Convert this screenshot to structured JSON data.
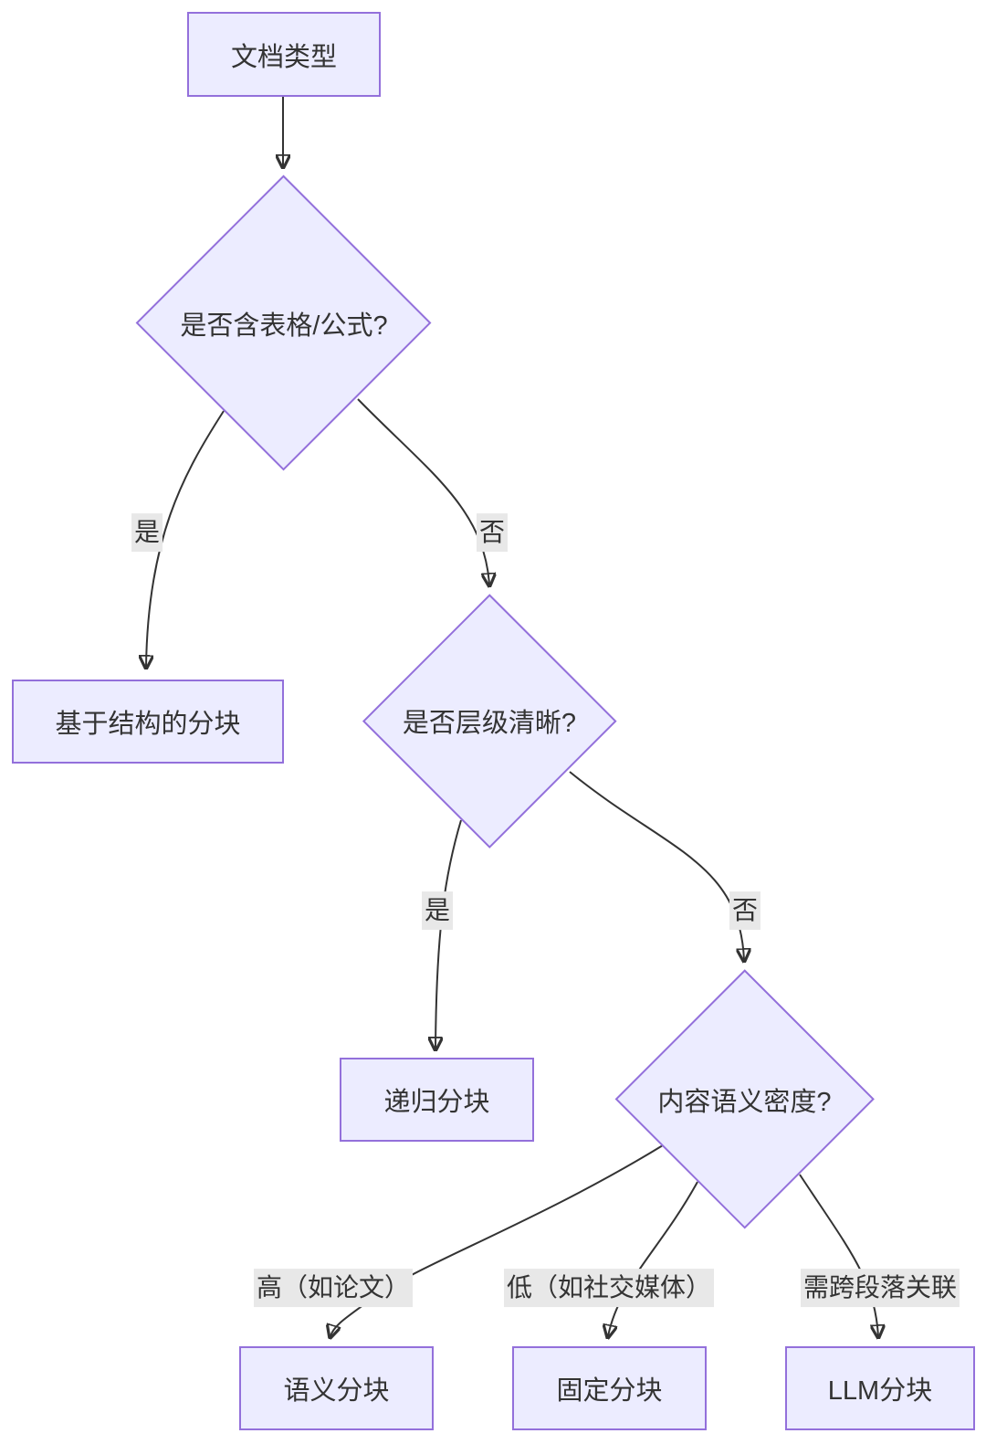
{
  "diagram_type": "flowchart",
  "colors": {
    "background": "#ffffff",
    "node_fill": "#ECECFF",
    "node_border": "#9370DB",
    "edge_stroke": "#333333",
    "edge_label_bg": "#e8e8e8",
    "text": "#333333"
  },
  "nodes": {
    "doc_type": {
      "label": "文档类型",
      "shape": "rect"
    },
    "has_table_formula": {
      "label": "是否含表格/公式?",
      "shape": "diamond"
    },
    "structure_chunking": {
      "label": "基于结构的分块",
      "shape": "rect"
    },
    "clear_hierarchy": {
      "label": "是否层级清晰?",
      "shape": "diamond"
    },
    "recursive_chunking": {
      "label": "递归分块",
      "shape": "rect"
    },
    "semantic_density": {
      "label": "内容语义密度?",
      "shape": "diamond"
    },
    "semantic_chunking": {
      "label": "语义分块",
      "shape": "rect"
    },
    "fixed_chunking": {
      "label": "固定分块",
      "shape": "rect"
    },
    "llm_chunking": {
      "label": "LLM分块",
      "shape": "rect"
    }
  },
  "edges": [
    {
      "from": "doc_type",
      "to": "has_table_formula",
      "label": ""
    },
    {
      "from": "has_table_formula",
      "to": "structure_chunking",
      "label": "是"
    },
    {
      "from": "has_table_formula",
      "to": "clear_hierarchy",
      "label": "否"
    },
    {
      "from": "clear_hierarchy",
      "to": "recursive_chunking",
      "label": "是"
    },
    {
      "from": "clear_hierarchy",
      "to": "semantic_density",
      "label": "否"
    },
    {
      "from": "semantic_density",
      "to": "semantic_chunking",
      "label": "高（如论文）"
    },
    {
      "from": "semantic_density",
      "to": "fixed_chunking",
      "label": "低（如社交媒体）"
    },
    {
      "from": "semantic_density",
      "to": "llm_chunking",
      "label": "需跨段落关联"
    }
  ]
}
